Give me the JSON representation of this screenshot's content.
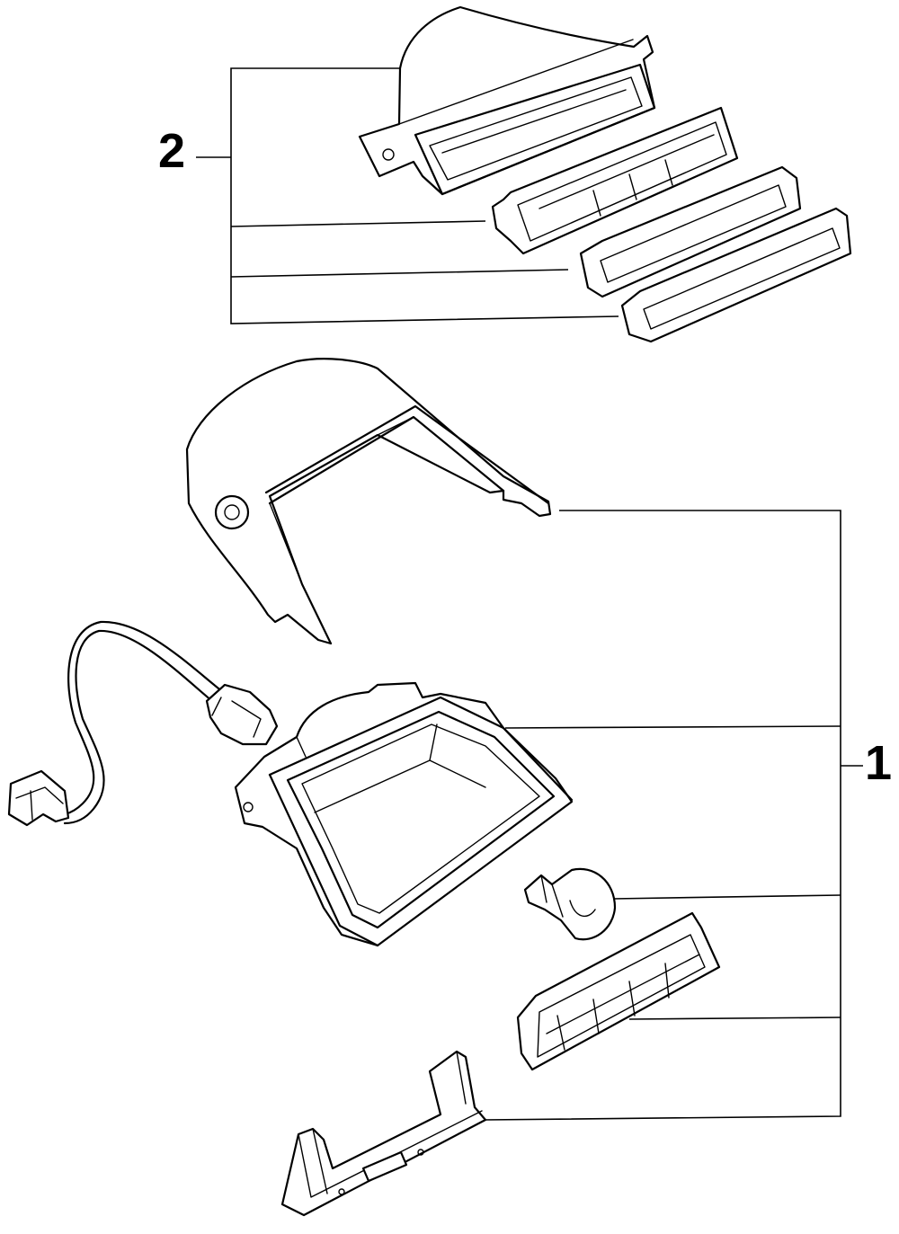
{
  "callouts": [
    {
      "id": "2",
      "label": "2"
    },
    {
      "id": "1",
      "label": "1"
    }
  ],
  "parts": [
    {
      "name": "lamp-housing-upper",
      "group": "2"
    },
    {
      "name": "lens-inner",
      "group": "2"
    },
    {
      "name": "gasket-frame",
      "group": "2"
    },
    {
      "name": "lens-outer",
      "group": "2"
    },
    {
      "name": "cover",
      "group": "1"
    },
    {
      "name": "lamp-housing",
      "group": "1"
    },
    {
      "name": "wiring-harness",
      "group": "1"
    },
    {
      "name": "bulb",
      "group": "1"
    },
    {
      "name": "lens",
      "group": "1"
    },
    {
      "name": "mounting-bracket",
      "group": "1"
    }
  ],
  "colors": {
    "line": "#000000",
    "background": "#ffffff"
  }
}
